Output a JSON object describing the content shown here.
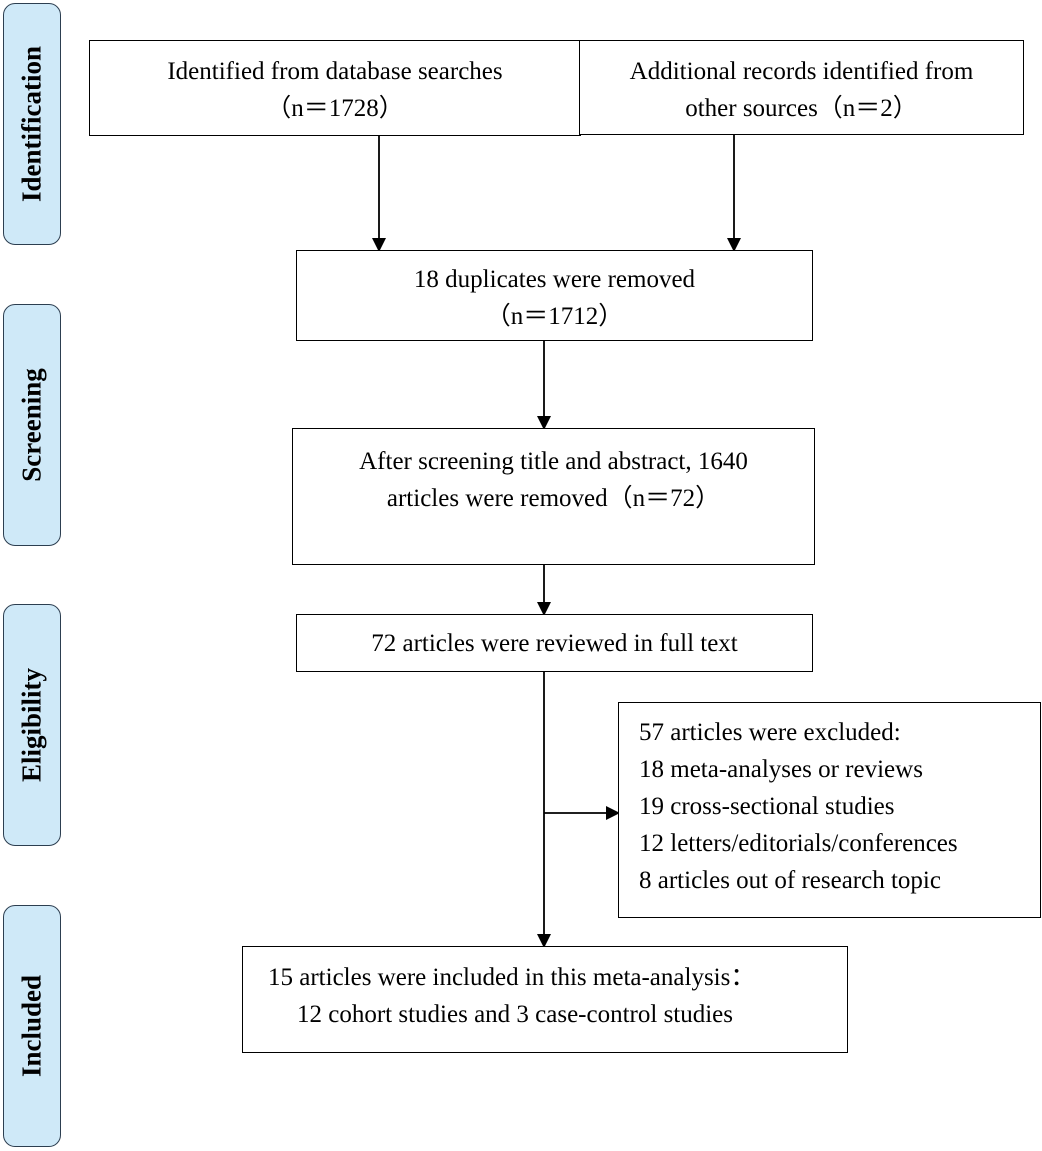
{
  "stages": {
    "identification": "Identification",
    "screening": "Screening",
    "eligibility": "Eligibility",
    "included": "Included"
  },
  "boxes": {
    "database_search": {
      "line1": "Identified from database searches",
      "line2": "（n＝1728）"
    },
    "other_sources": {
      "line1": "Additional records identified from",
      "line2": "other sources（n＝2）"
    },
    "duplicates": {
      "line1": "18 duplicates were removed",
      "line2": "（n＝1712）"
    },
    "title_abstract": {
      "line1": "After screening title and abstract, 1640",
      "line2": "articles were removed（n＝72）"
    },
    "full_text": {
      "line1": "72 articles were reviewed in full text"
    },
    "excluded": {
      "line1": "57 articles were excluded:",
      "line2": "18 meta-analyses or reviews",
      "line3": "19 cross-sectional studies",
      "line4": "12 letters/editorials/conferences",
      "line5": "8 articles out of research topic"
    },
    "included": {
      "line1": "15 articles were included in this meta-analysis：",
      "line2": "12 cohort studies and 3 case-control studies"
    }
  },
  "colors": {
    "stage_fill": "#cfe9f8",
    "stage_border": "#2c3e50",
    "box_border": "#000000",
    "arrow": "#000000"
  }
}
